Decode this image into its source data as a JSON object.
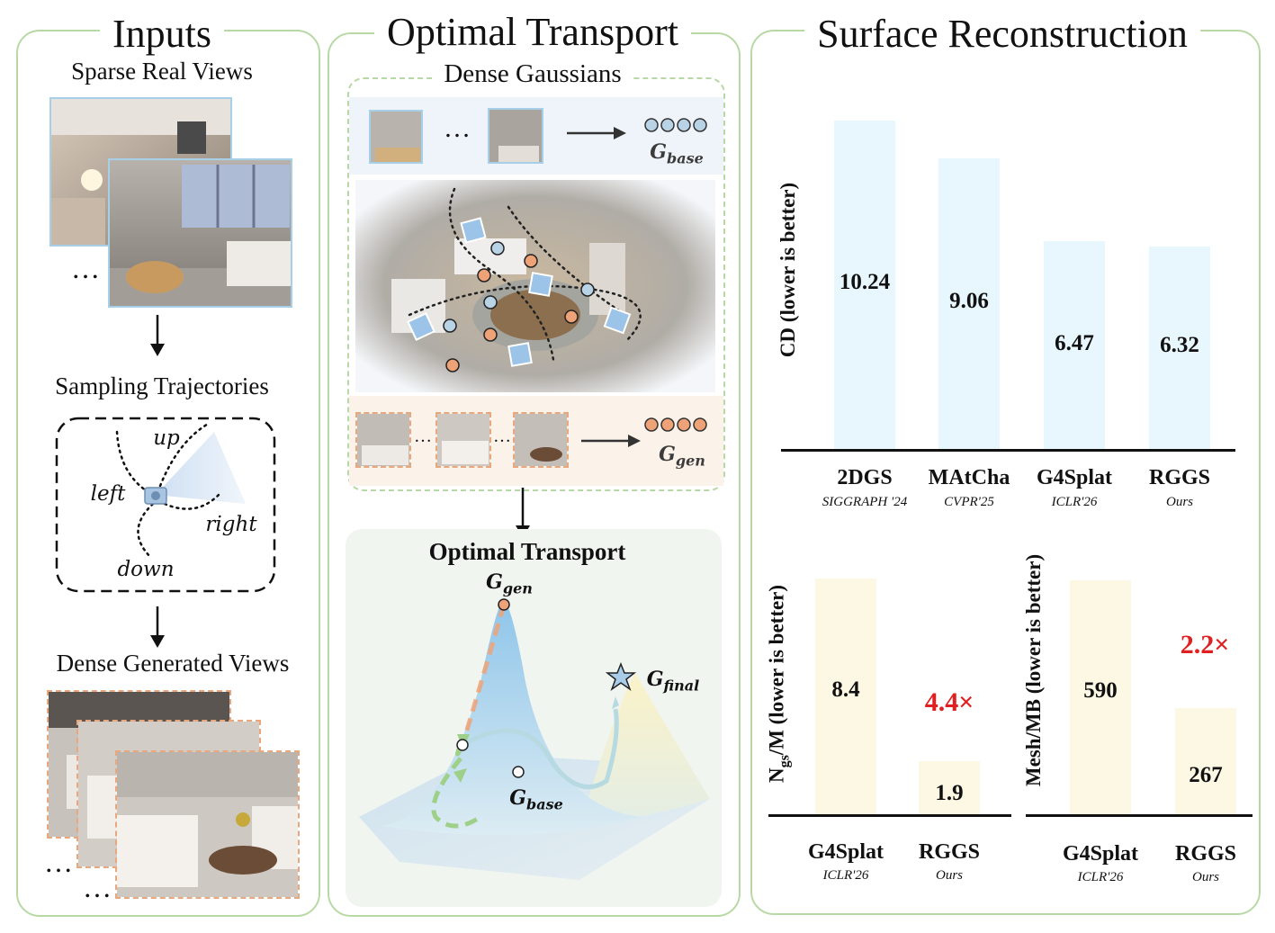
{
  "inputs": {
    "title": "Inputs",
    "sparse_label": "Sparse Real Views",
    "sampling_label": "Sampling Trajectories",
    "dense_label": "Dense Generated Views",
    "dir_up": "up",
    "dir_left": "left",
    "dir_right": "right",
    "dir_down": "down",
    "ellipsis": "…",
    "ellipsis2": "…"
  },
  "ot": {
    "title": "Optimal Transport",
    "dense_gaussians": "Dense Gaussians",
    "ellipsis": "…",
    "base_main": "G",
    "base_sub": "base",
    "gen_main": "G",
    "gen_sub": "gen",
    "gen_ellipsis1": "…",
    "gen_ellipsis2": "…",
    "landscape_title": "Optimal Transport",
    "final_main": "G",
    "final_sub": "final",
    "lgen_main": "G",
    "lgen_sub": "gen",
    "lbase_main": "G",
    "lbase_sub": "base"
  },
  "sr": {
    "title": "Surface Reconstruction"
  },
  "colors": {
    "panel_border": "#b8d8a6",
    "bar_blue": "#e8f7fd",
    "bar_yellow": "#fdf8e4",
    "speedup_red": "#e02020",
    "gaussian_blue": "#b9d3e6",
    "gaussian_orange": "#eea277"
  },
  "chart_data": [
    {
      "type": "bar",
      "categories": [
        "2DGS",
        "MAtCha",
        "G4Splat",
        "RGGS"
      ],
      "venues": [
        "SIGGRAPH '24",
        "CVPR'25",
        "ICLR'26",
        "Ours"
      ],
      "values": [
        10.24,
        9.06,
        6.47,
        6.32
      ],
      "value_labels": [
        "10.24",
        "9.06",
        "6.47",
        "6.32"
      ],
      "ylabel": "CD (lower is better)",
      "ylim": [
        0,
        11.5
      ]
    },
    {
      "type": "bar",
      "categories": [
        "G4Splat",
        "RGGS"
      ],
      "venues": [
        "ICLR'26",
        "Ours"
      ],
      "values": [
        8.4,
        1.9
      ],
      "value_labels": [
        "8.4",
        "1.9"
      ],
      "ylabel_main": "N",
      "ylabel_sub": "gs",
      "ylabel_rest": "/M (lower is better)",
      "annotation": "4.4×",
      "ylim": [
        0,
        9.6
      ]
    },
    {
      "type": "bar",
      "categories": [
        "G4Splat",
        "RGGS"
      ],
      "venues": [
        "ICLR'26",
        "Ours"
      ],
      "values": [
        590,
        267
      ],
      "value_labels": [
        "590",
        "267"
      ],
      "ylabel": "Mesh/MB (lower is better)",
      "annotation": "2.2×",
      "ylim": [
        0,
        680
      ]
    }
  ]
}
